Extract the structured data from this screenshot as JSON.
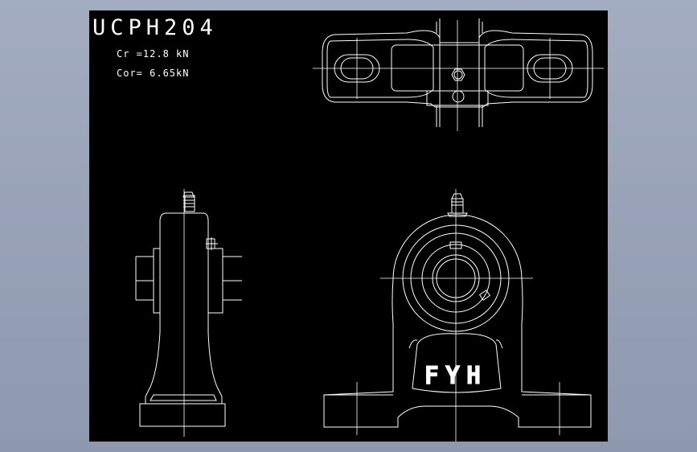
{
  "drawing": {
    "title": "UCPH204",
    "cr": "Cr =12.8 kN",
    "cor": "Cor= 6.65kN",
    "brand": "FYH"
  },
  "colors": {
    "background": "#000000",
    "lines": "#ffffff",
    "frame": "#98a2b8"
  }
}
